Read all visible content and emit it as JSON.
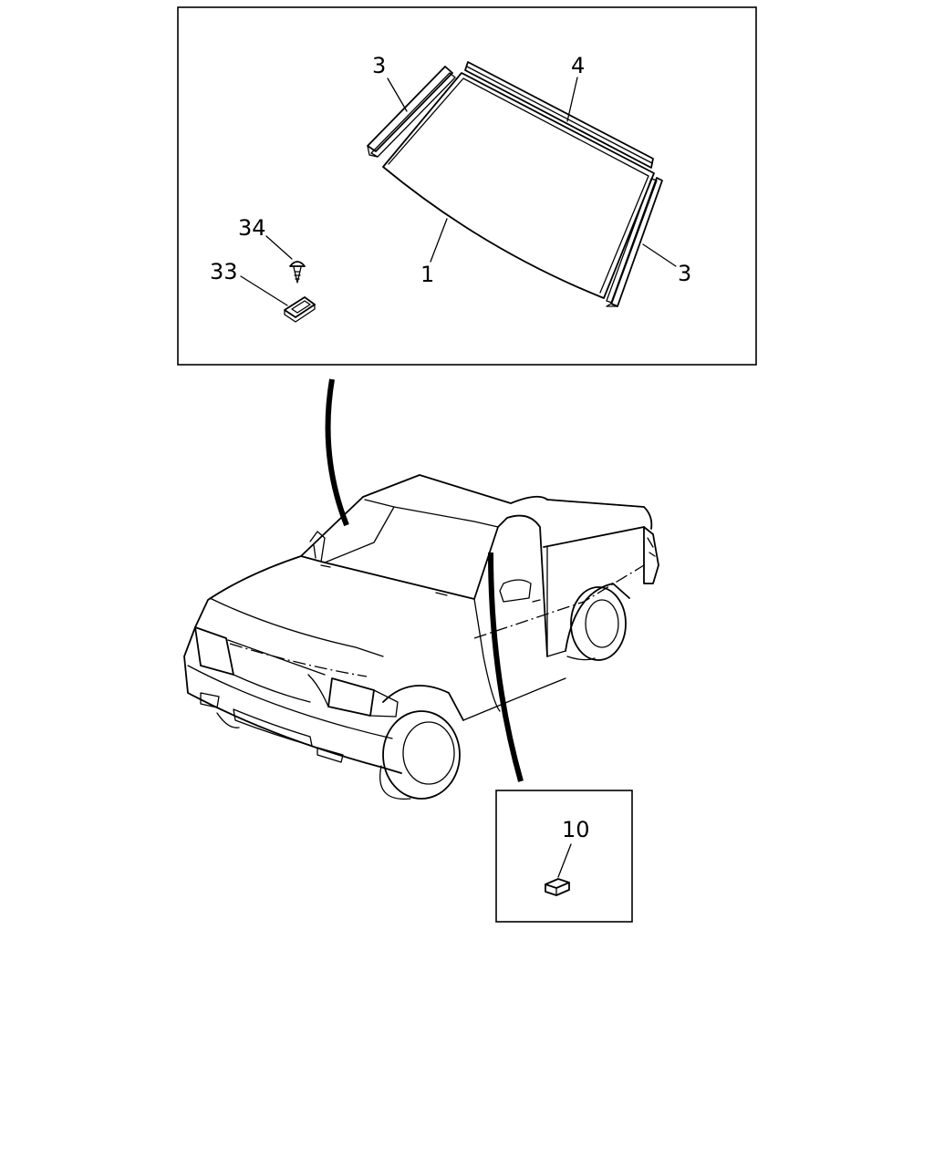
{
  "callouts": {
    "glass": "1",
    "molding_left": "3",
    "molding_right": "3",
    "molding_upper": "4",
    "spacer": "10",
    "clip": "33",
    "screw": "34"
  },
  "colors": {
    "line": "#000000",
    "background": "#ffffff"
  }
}
